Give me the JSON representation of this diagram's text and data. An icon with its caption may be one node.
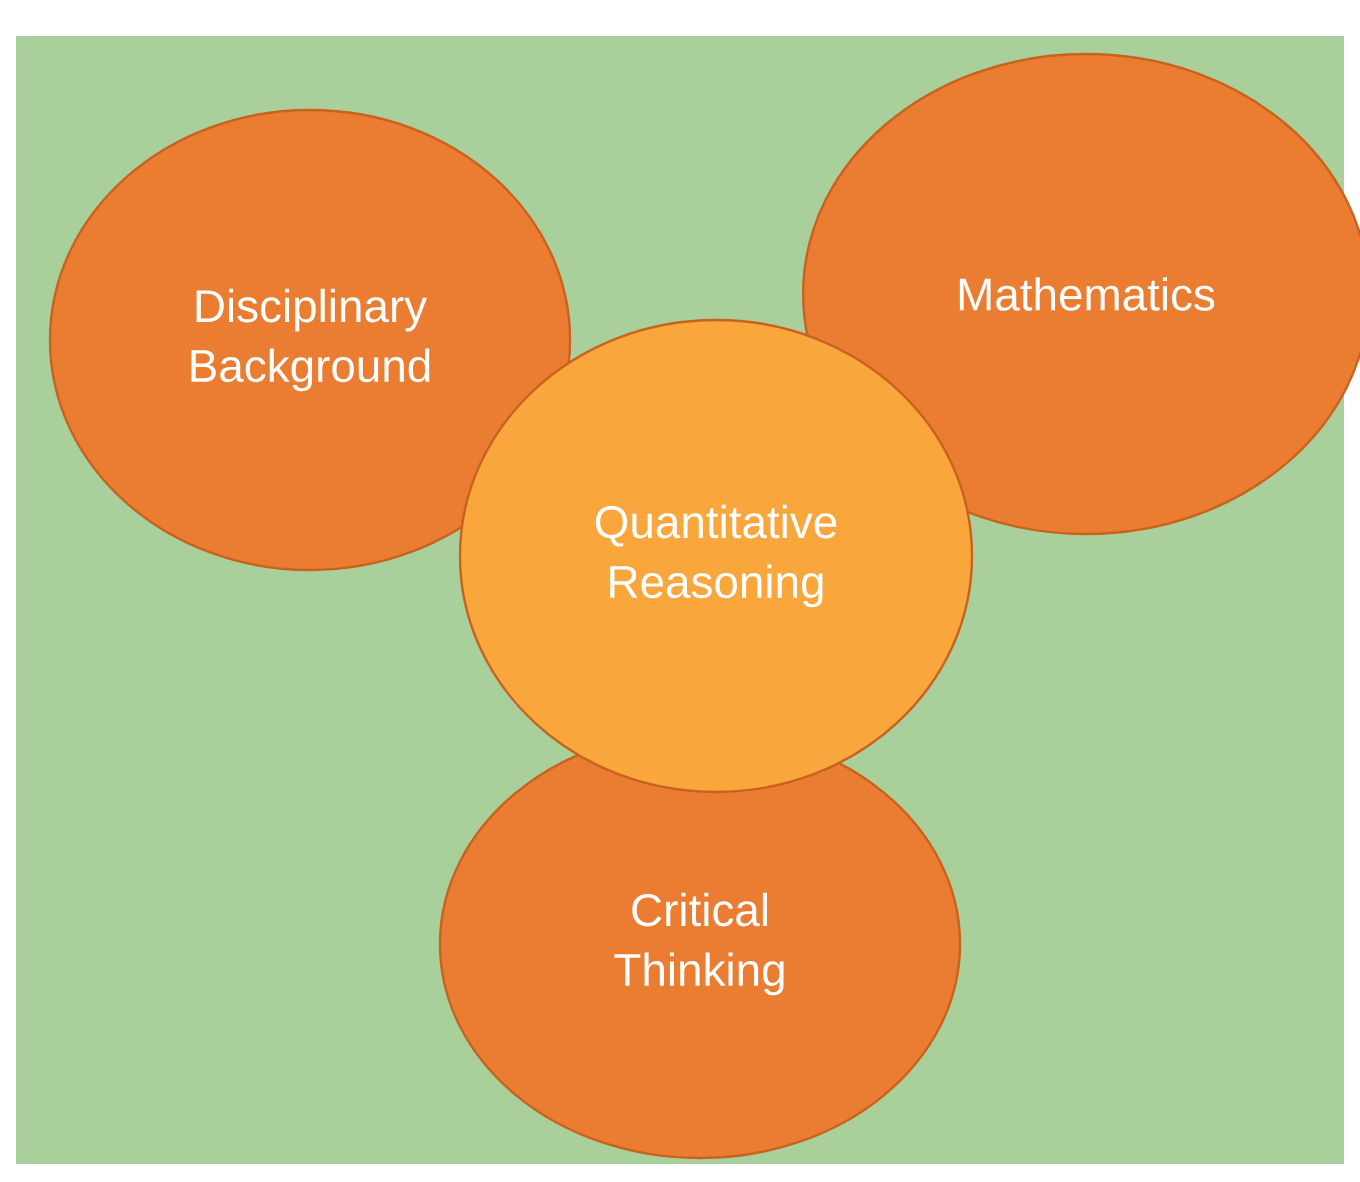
{
  "diagram": {
    "nodes": [
      {
        "text": [
          "Disciplinary Background"
        ]
      },
      {
        "text": [
          "Mathematics"
        ]
      },
      {
        "text": [
          "Quantitative Reasoning"
        ]
      },
      {
        "text": [
          "Critical Thinking"
        ]
      }
    ]
  }
}
